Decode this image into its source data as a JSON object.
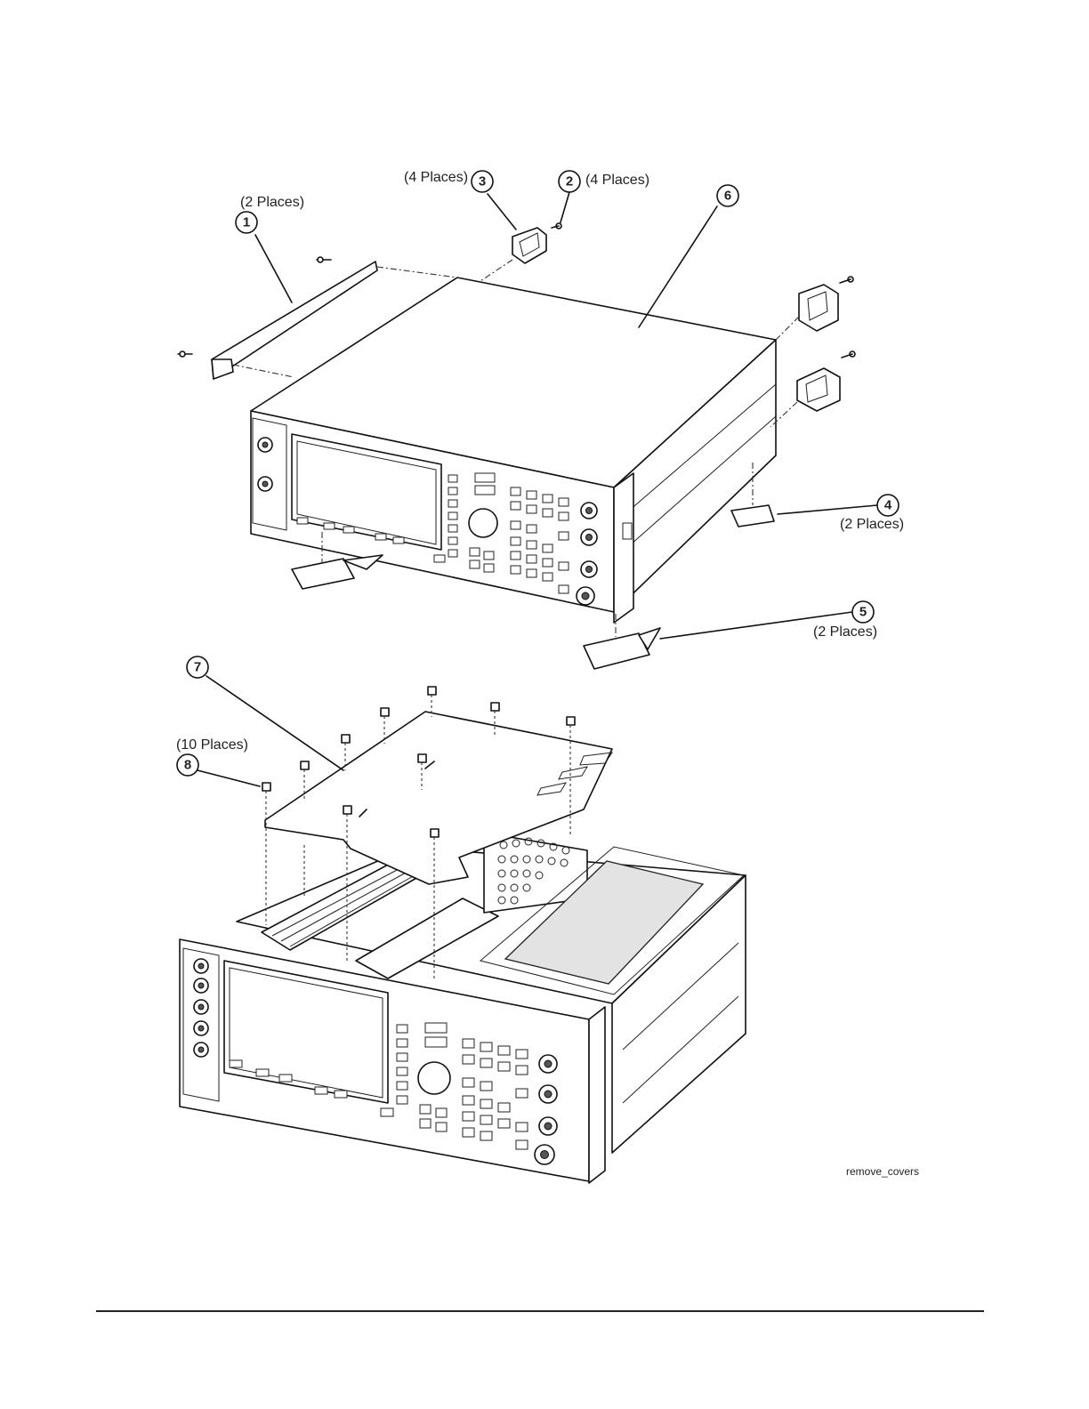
{
  "callouts": [
    {
      "number": "1",
      "places": "(2 Places)"
    },
    {
      "number": "2",
      "places": "(4 Places)"
    },
    {
      "number": "3",
      "places": "(4 Places)"
    },
    {
      "number": "4",
      "places": "(2 Places)"
    },
    {
      "number": "5",
      "places": "(2 Places)"
    },
    {
      "number": "6",
      "places": ""
    },
    {
      "number": "7",
      "places": ""
    },
    {
      "number": "8",
      "places": "(10 Places)"
    }
  ],
  "figure_id": "remove_covers"
}
